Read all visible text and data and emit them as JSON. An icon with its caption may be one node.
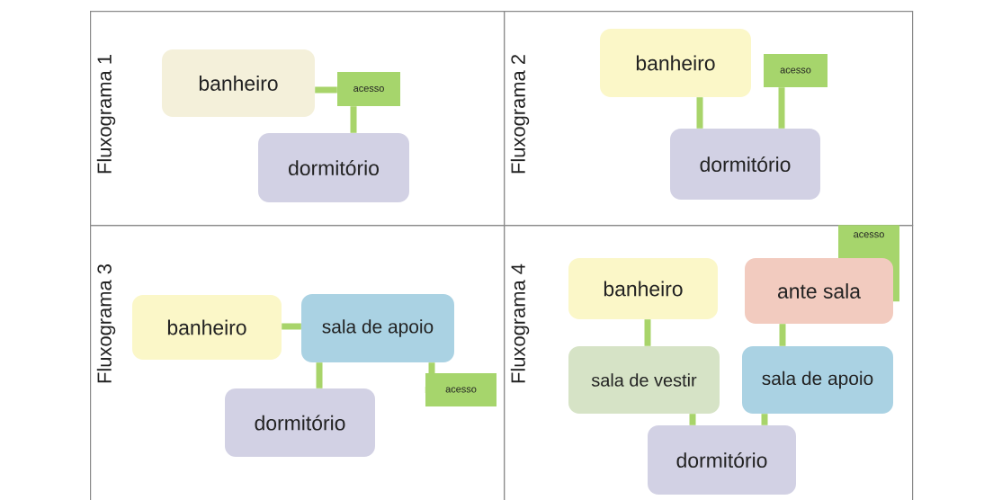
{
  "diagram": {
    "nodes": [
      {
        "text": [
          "Fluxograma 1"
        ]
      },
      {
        "text": [
          "banheiro"
        ],
        "in": 0
      },
      {
        "text": [
          "acesso"
        ],
        "in": 0
      },
      {
        "text": [
          "dormitório"
        ],
        "in": 0
      },
      {
        "text": [
          "Fluxograma 2"
        ]
      },
      {
        "text": [
          "banheiro"
        ],
        "in": 4
      },
      {
        "text": [
          "acesso"
        ],
        "in": 4
      },
      {
        "text": [
          "dormitório"
        ],
        "in": 4
      },
      {
        "text": [
          "Fluxograma 3"
        ]
      },
      {
        "text": [
          "banheiro"
        ],
        "in": 8
      },
      {
        "text": [
          "sala de apoio"
        ],
        "in": 8
      },
      {
        "text": [
          "dormitório"
        ],
        "in": 8
      },
      {
        "text": [
          "acesso"
        ],
        "in": 8
      },
      {
        "text": [
          "Fluxograma 4"
        ]
      },
      {
        "text": [
          "acesso"
        ],
        "in": 13
      },
      {
        "text": [
          "banheiro"
        ],
        "in": 13
      },
      {
        "text": [
          "ante sala"
        ],
        "in": 13
      },
      {
        "text": [
          "sala de vestir"
        ],
        "in": 13
      },
      {
        "text": [
          "sala de apoio"
        ],
        "in": 13
      },
      {
        "text": [
          "dormitório"
        ],
        "in": 13
      }
    ],
    "edges": [
      {
        "from": 1,
        "to": 2,
        "arrow": "none"
      },
      {
        "from": 2,
        "to": 3,
        "arrow": "none"
      },
      {
        "from": 5,
        "to": 7,
        "arrow": "none"
      },
      {
        "from": 6,
        "to": 7,
        "arrow": "none"
      },
      {
        "from": 9,
        "to": 10,
        "arrow": "none"
      },
      {
        "from": 10,
        "to": 11,
        "arrow": "none"
      },
      {
        "from": 10,
        "to": 12,
        "arrow": "none"
      },
      {
        "from": 15,
        "to": 17,
        "arrow": "none"
      },
      {
        "from": 16,
        "to": 18,
        "arrow": "none"
      },
      {
        "from": 17,
        "to": 19,
        "arrow": "none"
      },
      {
        "from": 18,
        "to": 19,
        "arrow": "none"
      }
    ]
  }
}
